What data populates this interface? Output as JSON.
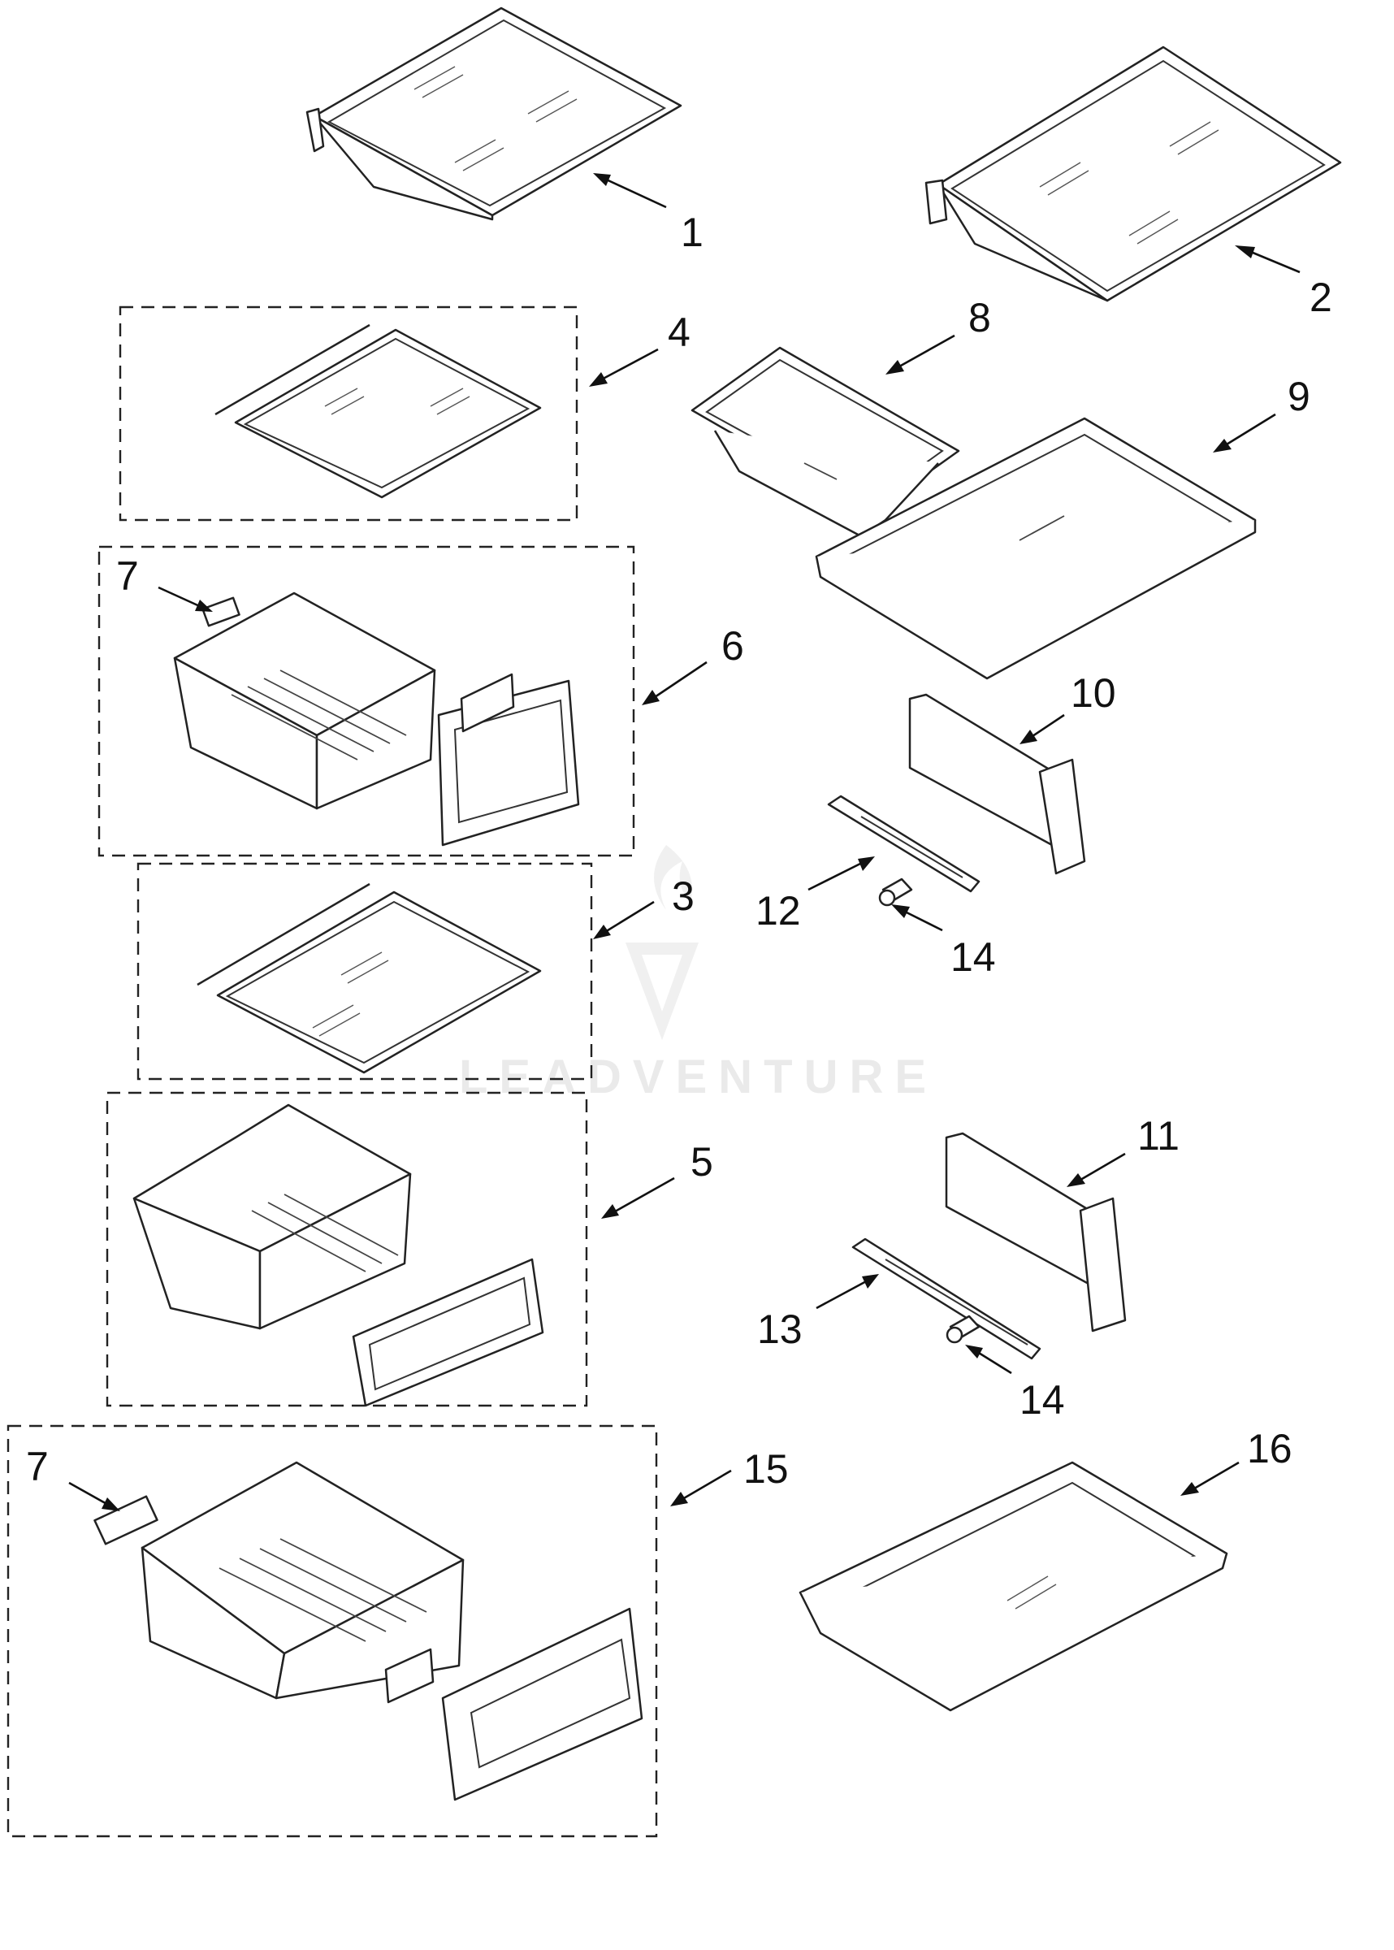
{
  "watermark": {
    "text": "LEADVENTURE"
  },
  "callouts": [
    "1",
    "2",
    "3",
    "4",
    "5",
    "6",
    "7",
    "7",
    "8",
    "9",
    "10",
    "11",
    "12",
    "13",
    "14",
    "14",
    "15",
    "16"
  ],
  "colors": {
    "line": "#222222",
    "background": "#ffffff",
    "watermark": "#eaeaea"
  }
}
